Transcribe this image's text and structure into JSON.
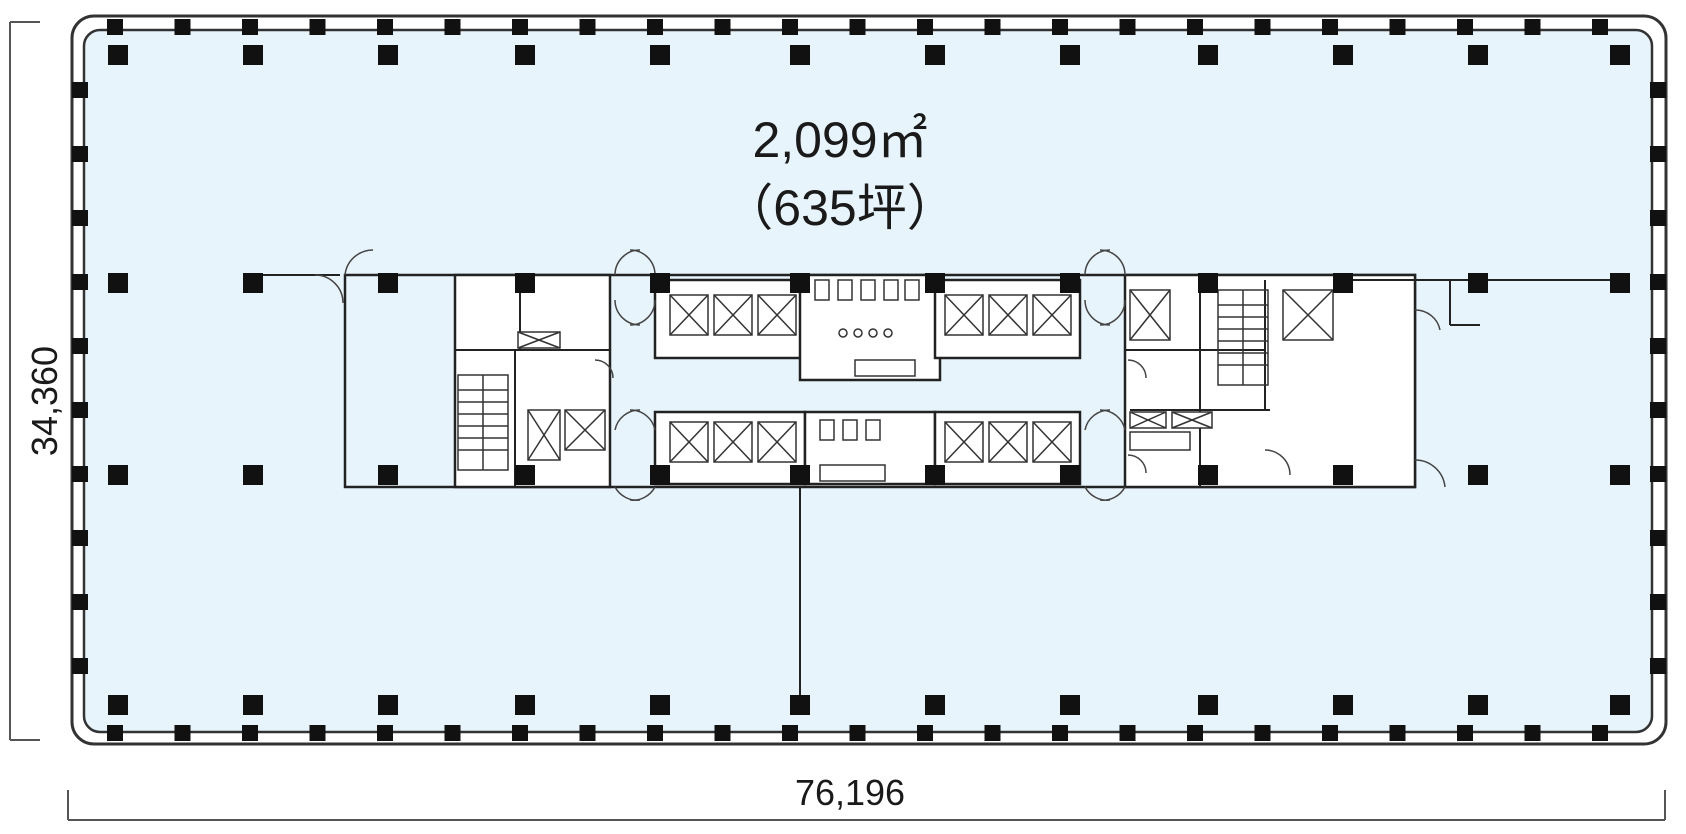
{
  "floor_plan": {
    "area_m2": "2,099㎡",
    "area_tsubo": "（635坪）",
    "width_dimension": "76,196",
    "height_dimension": "34,360"
  },
  "colors": {
    "office_fill": "#e8f4fc",
    "wall": "#1a1a1a",
    "column": "#111111",
    "core_fill": "#ffffff"
  },
  "icons": [
    "column-icon",
    "elevator-icon",
    "stair-icon",
    "door-swing-icon",
    "toilet-icon"
  ]
}
